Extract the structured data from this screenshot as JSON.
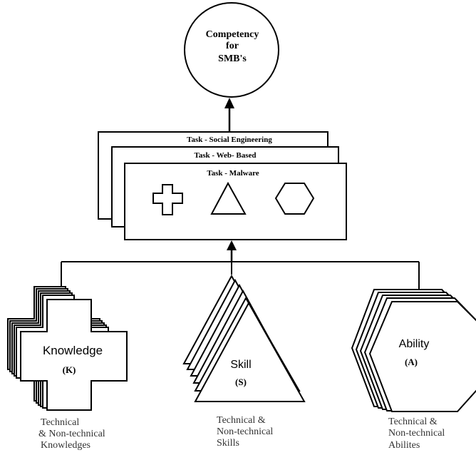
{
  "goal": {
    "lines": [
      "Competency",
      "for",
      "SMB's"
    ]
  },
  "tasks": [
    {
      "label": "Task - Social Engineering"
    },
    {
      "label": "Task - Web- Based"
    },
    {
      "label": "Task - Malware"
    }
  ],
  "task_symbols": [
    "cross-icon",
    "triangle-icon",
    "hexagon-icon"
  ],
  "components": {
    "knowledge": {
      "name": "Knowledge",
      "code": "(K)",
      "caption": [
        "Technical",
        "& Non-technical",
        "Knowledges"
      ]
    },
    "skill": {
      "name": "Skill",
      "code": "(S)",
      "caption": [
        "Technical &",
        "Non-technical",
        "Skills"
      ]
    },
    "ability": {
      "name": "Ability",
      "code": "(A)",
      "caption": [
        "Technical &",
        "Non-technical",
        "Abilites"
      ]
    }
  },
  "colors": {
    "stroke": "#000000",
    "background": "#ffffff",
    "caption_text": "#333333"
  }
}
